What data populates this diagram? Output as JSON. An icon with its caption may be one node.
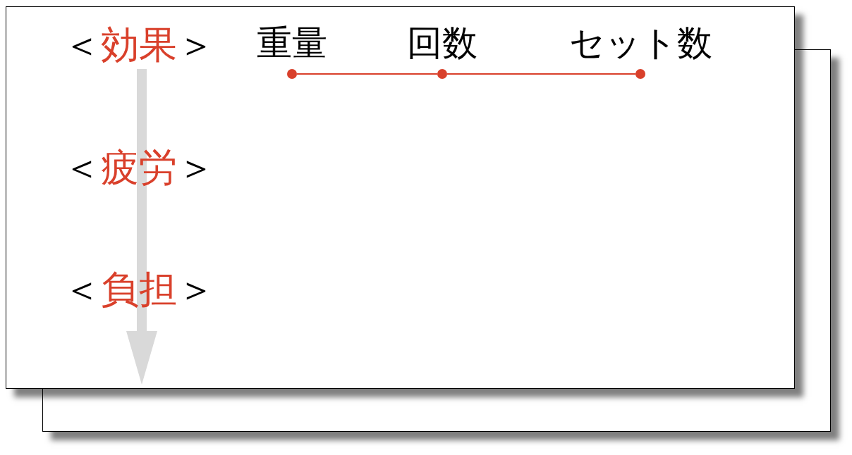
{
  "diagram": {
    "nodes": [
      {
        "text": [],
        "shape": "circle",
        "beside": [
          "重量"
        ]
      },
      {
        "text": [],
        "shape": "circle",
        "beside": [
          "回数"
        ]
      },
      {
        "text": [],
        "shape": "circle",
        "beside": [
          "セット数"
        ]
      }
    ],
    "edges": [
      {
        "from": 0,
        "to": 1,
        "arrow": "none"
      },
      {
        "from": 1,
        "to": 2,
        "arrow": "none"
      }
    ],
    "labels": [
      "＜効果＞",
      "＜疲労＞",
      "＜負担＞"
    ]
  }
}
